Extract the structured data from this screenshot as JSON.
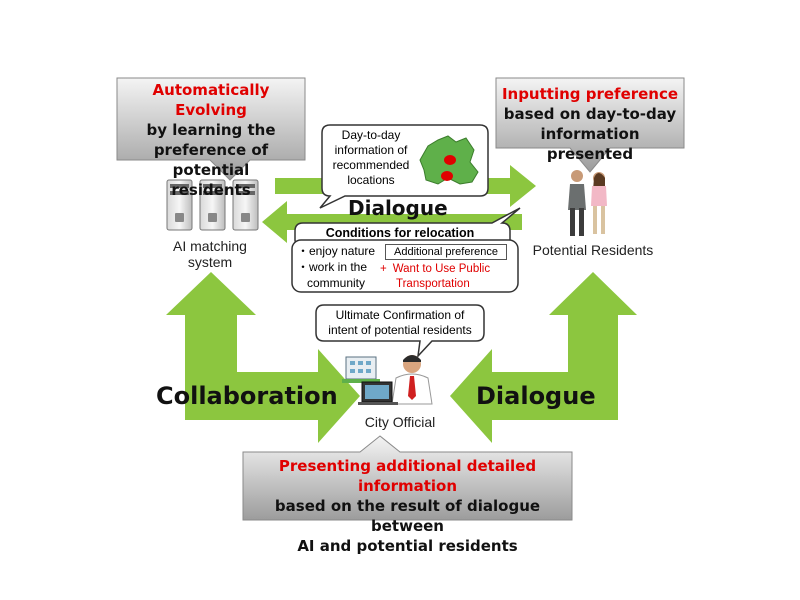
{
  "headers": {
    "top_left": {
      "line1": "Automatically Evolving",
      "line2": "by learning the",
      "line3": "preference of potential",
      "line4": "residents"
    },
    "top_right": {
      "line1": "Inputting preference",
      "line2": "based on day-to-day",
      "line3": "information presented"
    },
    "bottom": {
      "line1": "Presenting additional detailed information",
      "line2": "based on the result of dialogue between",
      "line3": "AI and potential residents"
    }
  },
  "actors": {
    "ai_system": {
      "line1": "AI matching",
      "line2": "system"
    },
    "residents": "Potential Residents",
    "city_official": "City Official"
  },
  "flows": {
    "dialogue_top": "Dialogue",
    "collaboration": "Collaboration",
    "dialogue_right": "Dialogue"
  },
  "bubbles": {
    "recommend": {
      "line1": "Day-to-day",
      "line2": "information of",
      "line3": "recommended",
      "line4": "locations"
    },
    "confirm": {
      "line1": "Ultimate Confirmation of",
      "line2": "intent of potential residents"
    },
    "conditions": {
      "title": "Conditions for relocation",
      "item1": "・enjoy nature",
      "item2": "・work in the",
      "item3": "community",
      "additional_label": "Additional preference",
      "plus": "+",
      "want_line1": "Want to Use Public",
      "want_line2": "Transportation"
    }
  },
  "colors": {
    "arrow_green": "#8cc63f",
    "header_gray": "#b3b3b3",
    "accent_red": "#e00000"
  },
  "icons": [
    "server-icon",
    "map-icon",
    "people-icon",
    "office-building-icon",
    "city-official-icon"
  ]
}
